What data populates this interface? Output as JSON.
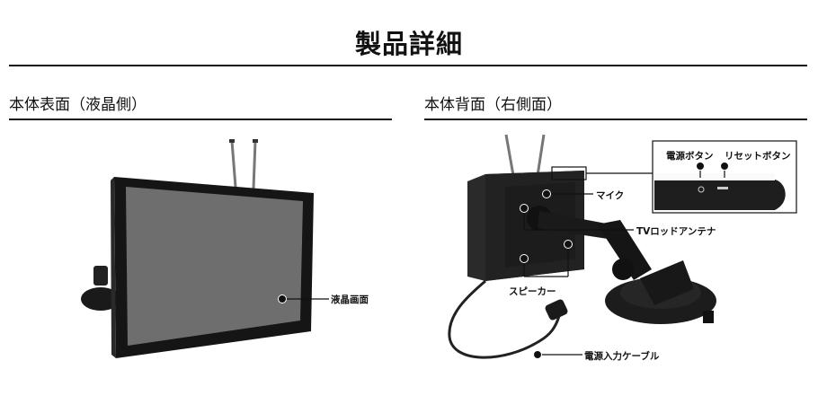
{
  "page_title": "製品詳細",
  "front": {
    "heading": "本体表面（液晶側）",
    "labels": {
      "screen": "液晶画面"
    }
  },
  "back": {
    "heading": "本体背面（右側面）",
    "labels": {
      "mic": "マイク",
      "antenna": "TVロッドアンテナ",
      "speaker": "スピーカー",
      "power_cable": "電源入力ケーブル",
      "power_button": "電源ボタン",
      "reset_button": "リセットボタン"
    }
  },
  "colors": {
    "line": "#111111",
    "screen": "#6f6f6f",
    "bezel": "#1c1c1c",
    "text": "#111111"
  }
}
